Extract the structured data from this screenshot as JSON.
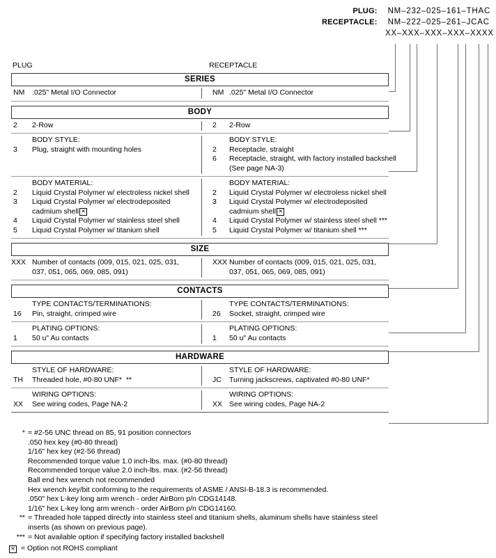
{
  "part_numbers": [
    {
      "label": "PLUG:",
      "value": "NM–232–025–161–THAC"
    },
    {
      "label": "RECEPTACLE:",
      "value": "NM–222–025–261–JCAC"
    },
    {
      "label": "",
      "value": "XX–XXX–XXX–XXX–XXXX"
    }
  ],
  "columns": {
    "left": "PLUG",
    "right": "RECEPTACLE"
  },
  "sections": {
    "series": {
      "band": "SERIES",
      "left": [
        {
          "code": "NM",
          "desc": ".025\" Metal I/O Connector"
        }
      ],
      "right": [
        {
          "code": "NM",
          "desc": ".025\" Metal I/O Connector"
        }
      ]
    },
    "body": {
      "band": "BODY",
      "row_rows": {
        "left": [
          {
            "code": "2",
            "desc": "2-Row"
          }
        ],
        "right": [
          {
            "code": "2",
            "desc": "2-Row"
          }
        ]
      },
      "body_style": {
        "heading": "BODY STYLE:",
        "left": [
          {
            "code": "3",
            "desc": "Plug, straight with mounting holes"
          }
        ],
        "right": [
          {
            "code": "2",
            "desc": "Receptacle, straight"
          },
          {
            "code": "6",
            "desc": "Receptacle, straight, with factory installed backshell"
          },
          {
            "code": "",
            "desc": "(See page NA-3)"
          }
        ]
      },
      "body_material": {
        "heading": "BODY MATERIAL:",
        "left": [
          {
            "code": "2",
            "desc": "Liquid Crystal Polymer w/ electroless nickel shell"
          },
          {
            "code": "3",
            "desc": "Liquid Crystal Polymer w/ electrodeposited"
          },
          {
            "code": "",
            "desc": "cadmium shell",
            "rohs": true
          },
          {
            "code": "4",
            "desc": "Liquid Crystal Polymer w/ stainless steel shell"
          },
          {
            "code": "5",
            "desc": "Liquid Crystal Polymer w/ titanium shell"
          }
        ],
        "right": [
          {
            "code": "2",
            "desc": "Liquid Crystal Polymer w/ electroless nickel shell"
          },
          {
            "code": "3",
            "desc": "Liquid Crystal Polymer w/ electrodeposited"
          },
          {
            "code": "",
            "desc": "cadmium shell",
            "rohs": true
          },
          {
            "code": "4",
            "desc": "Liquid Crystal Polymer w/ stainless steel shell ***"
          },
          {
            "code": "5",
            "desc": "Liquid Crystal Polymer w/ titanium shell ***"
          }
        ]
      }
    },
    "size": {
      "band": "SIZE",
      "left": [
        {
          "code": "XXX",
          "desc": "Number of contacts (009, 015, 021, 025, 031,"
        },
        {
          "code": "",
          "desc": "037, 051, 065, 069, 085, 091)"
        }
      ],
      "right": [
        {
          "code": "XXX",
          "desc": "Number of contacts (009, 015, 021, 025, 031,"
        },
        {
          "code": "",
          "desc": "037, 051, 065, 069, 085, 091)"
        }
      ]
    },
    "contacts": {
      "band": "CONTACTS",
      "type": {
        "heading": "TYPE CONTACTS/TERMINATIONS:",
        "left": [
          {
            "code": "16",
            "desc": "Pin, straight, crimped wire"
          }
        ],
        "right": [
          {
            "code": "26",
            "desc": "Socket, straight, crimped wire"
          }
        ]
      },
      "plating": {
        "heading": "PLATING OPTIONS:",
        "left": [
          {
            "code": "1",
            "desc": "50 u\" Au contacts"
          }
        ],
        "right": [
          {
            "code": "1",
            "desc": "50 u\" Au contacts"
          }
        ]
      }
    },
    "hardware": {
      "band": "HARDWARE",
      "style": {
        "heading": "STYLE OF HARDWARE:",
        "left": [
          {
            "code": "TH",
            "desc": "Threaded hole, #0-80 UNF*  **"
          }
        ],
        "right": [
          {
            "code": "JC",
            "desc": "Turning jackscrews, captivated #0-80 UNF*"
          }
        ]
      },
      "wiring": {
        "heading": "WIRING OPTIONS:",
        "left": [
          {
            "code": "XX",
            "desc": "See wiring codes, Page NA-2"
          }
        ],
        "right": [
          {
            "code": "XX",
            "desc": "See wiring codes, Page NA-2"
          }
        ]
      }
    }
  },
  "notes": [
    {
      "mark": "*",
      "first": "= #2-56 UNC thread on 85, 91 position connectors",
      "subs": [
        ".050 hex key (#0-80 thread)",
        "1/16\" hex key (#2-56 thread)",
        "Recommended torque value 1.0 inch-lbs. max. (#0-80 thread)",
        "Recommended torque value 2.0 inch-lbs. max. (#2-56 thread)",
        "Ball end hex wrench not recommended",
        "Hex wrench key/bit conforming to the requirements of ASME / ANSI-B-18.3 is recommended.",
        ".050\" hex L-key long arm wrench - order AirBorn p/n CDG14148.",
        "1/16\" hex L-key long arm wrench - order AirBorn p/n CDG14160."
      ]
    },
    {
      "mark": "**",
      "first": "= Threaded hole tapped directly into stainless steel and titanium shells, aluminum shells have stainless steel",
      "subs": [
        "inserts (as shown on previous page)."
      ]
    },
    {
      "mark": "***",
      "first": "= Not available option if specifying factory installed backshell",
      "subs": []
    }
  ],
  "rohs_legend": "= Option not ROHS compliant",
  "rohs_symbol": "☒"
}
